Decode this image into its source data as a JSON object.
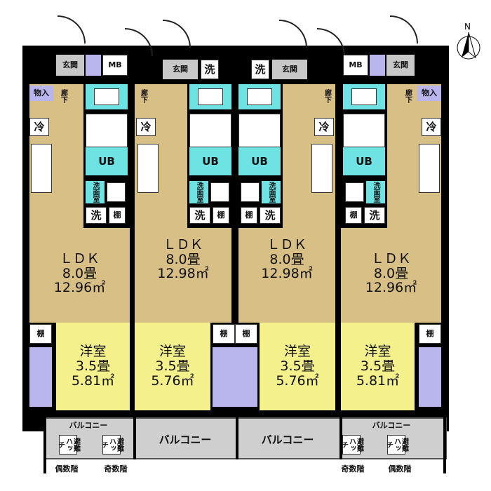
{
  "labels": {
    "genkan": "玄関",
    "mb": "MB",
    "wash": "洗",
    "storage": "物入",
    "corridor": "廊下",
    "fridge": "冷",
    "ub": "UB",
    "washroom": "洗面室",
    "shelf": "棚",
    "balcony": "バルコニー",
    "hatch": "避難ハッチ",
    "even_floor": "偶数階",
    "odd_floor": "奇数階",
    "north": "N"
  },
  "units": [
    {
      "ldk_label": "ＬＤＫ",
      "ldk_size": "8.0畳",
      "ldk_area": "12.96㎡",
      "room_label": "洋室",
      "room_size": "3.5畳",
      "room_area": "5.81㎡"
    },
    {
      "ldk_label": "ＬＤＫ",
      "ldk_size": "8.0畳",
      "ldk_area": "12.98㎡",
      "room_label": "洋室",
      "room_size": "3.5畳",
      "room_area": "5.76㎡"
    },
    {
      "ldk_label": "ＬＤＫ",
      "ldk_size": "8.0畳",
      "ldk_area": "12.98㎡",
      "room_label": "洋室",
      "room_size": "3.5畳",
      "room_area": "5.76㎡"
    },
    {
      "ldk_label": "ＬＤＫ",
      "ldk_size": "8.0畳",
      "ldk_area": "12.96㎡",
      "room_label": "洋室",
      "room_size": "3.5畳",
      "room_area": "5.81㎡"
    }
  ]
}
